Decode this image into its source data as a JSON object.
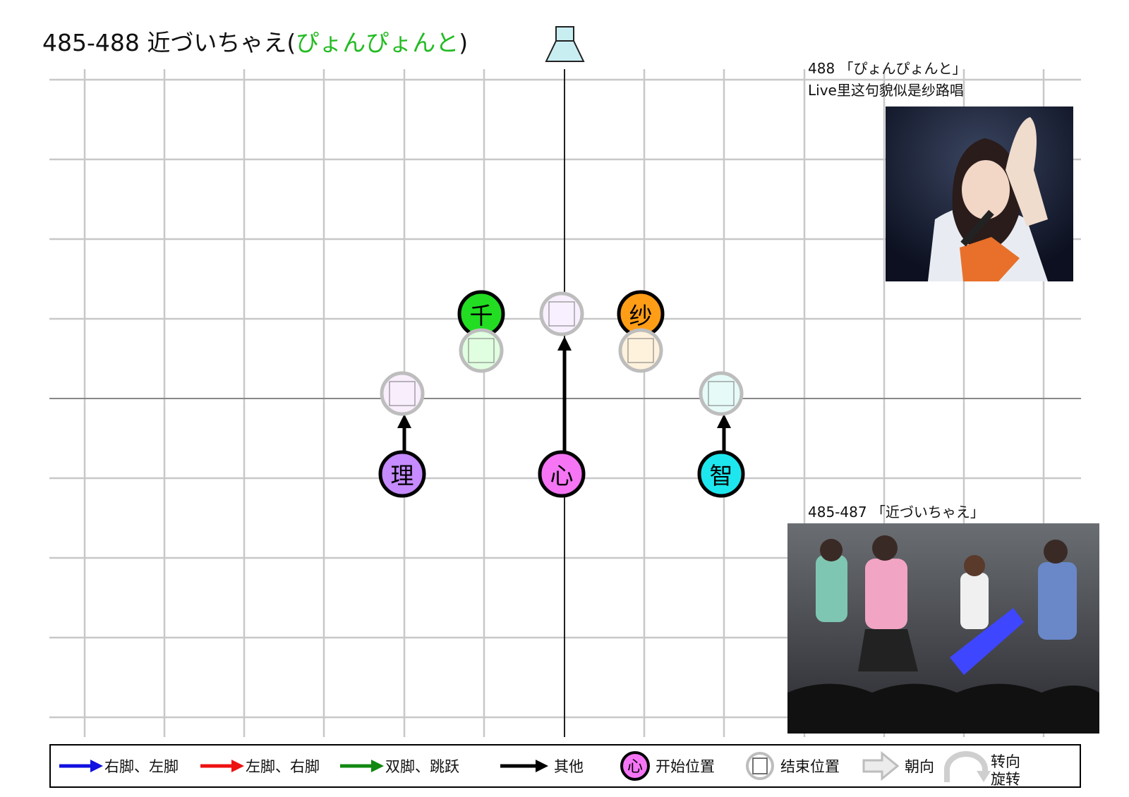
{
  "title": {
    "main": "485-488 近づいちゃえ(",
    "highlight": "ぴょんぴょんと",
    "close": ")"
  },
  "stage_icon": "speaker-stand-icon",
  "members": [
    {
      "label": "千",
      "color": "#22dd22"
    },
    {
      "label": "纱",
      "color": "#ff9d17"
    },
    {
      "label": "理",
      "color": "#c58bff"
    },
    {
      "label": "心",
      "color": "#f575f5"
    },
    {
      "label": "智",
      "color": "#1ee6ee"
    }
  ],
  "end_positions": [
    {
      "tint": "#e0ffe0"
    },
    {
      "tint": "#f8f0ff"
    },
    {
      "tint": "#fff2dc"
    },
    {
      "tint": "#f8eefc"
    },
    {
      "tint": "#e6fbf8"
    }
  ],
  "notes": {
    "top_line1": "488 「ぴょんぴょんと」",
    "top_line2": "Live里这句貌似是纱路唱",
    "bottom": "485-487 「近づいちゃえ」"
  },
  "legend": [
    {
      "icon": "blue-arrow-icon",
      "color": "#1010e0",
      "label": "右脚、左脚"
    },
    {
      "icon": "red-arrow-icon",
      "color": "#ee1111",
      "label": "左脚、右脚"
    },
    {
      "icon": "green-arrow-icon",
      "color": "#118811",
      "label": "双脚、跳跃"
    },
    {
      "icon": "black-arrow-icon",
      "color": "#000000",
      "label": "其他"
    },
    {
      "icon": "start-position-icon",
      "symbol": "心",
      "color": "#f575f5",
      "label": "开始位置"
    },
    {
      "icon": "end-position-icon",
      "label": "结束位置"
    },
    {
      "icon": "facing-arrow-icon",
      "label": "朝向"
    },
    {
      "icon": "turn-arrow-icon",
      "label_line1": "转向",
      "label_line2": "旋转"
    }
  ]
}
